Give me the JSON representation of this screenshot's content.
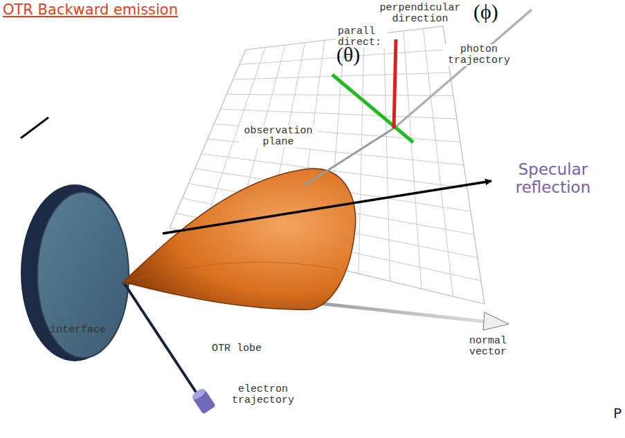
{
  "diagram": {
    "title": "OTR Backward emission",
    "labels": [
      "perpendicular direction",
      "(ϕ)",
      "parall direct:",
      "(θ)",
      "photon trajectory",
      "observation plane",
      "Specular reflection",
      "interface",
      "OTR lobe",
      "normal vector",
      "electron trajectory",
      "P"
    ]
  }
}
